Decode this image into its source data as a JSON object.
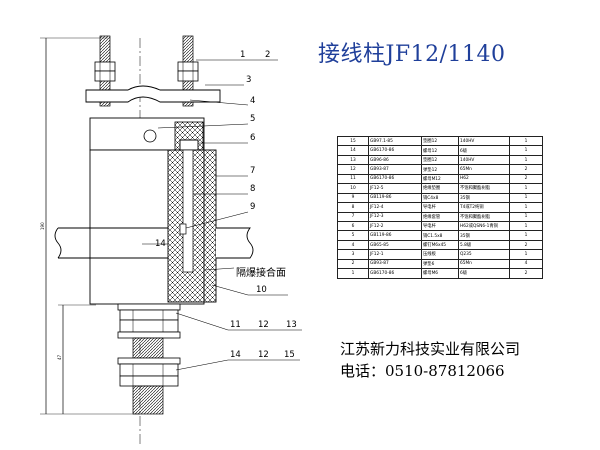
{
  "title": "接线柱JF12/1140",
  "company": "江苏新力科技实业有限公司",
  "phone": "电话：0510-87812066",
  "dimension_label": "14",
  "surface_label": "隔爆接合面",
  "left_dim_label": "190",
  "lower_dim_label": "47",
  "callouts": [
    "1",
    "2",
    "3",
    "4",
    "5",
    "6",
    "7",
    "8",
    "9",
    "10",
    "11",
    "12",
    "13",
    "14",
    "12",
    "15"
  ],
  "bom": [
    [
      "15",
      "GB97.1-85",
      "垫圈12",
      "140HV",
      "1"
    ],
    [
      "14",
      "GB6170-86",
      "螺母12",
      "6级",
      "1"
    ],
    [
      "13",
      "GB96-86",
      "垫圈12",
      "140HV",
      "1"
    ],
    [
      "12",
      "GB93-87",
      "弹垫12",
      "65Mn",
      "2"
    ],
    [
      "11",
      "GB6170-86",
      "螺母M12",
      "H62",
      "2"
    ],
    [
      "10",
      "JF12-5",
      "绝缘垫圈",
      "不饱和聚酯树脂",
      "1"
    ],
    [
      "9",
      "GB119-86",
      "销C4x8",
      "35钢",
      "1"
    ],
    [
      "8",
      "JF12-4",
      "导电杆",
      "T4或T2纯铜",
      "1"
    ],
    [
      "7",
      "JF12-3",
      "绝缘套管",
      "不饱和聚酯树脂",
      "1"
    ],
    [
      "6",
      "JF12-2",
      "导电杆",
      "H62或QSN6-1青铜",
      "1"
    ],
    [
      "5",
      "GB119-86",
      "销C1.5x8",
      "35钢",
      "1"
    ],
    [
      "4",
      "GB65-85",
      "螺钉M6x45",
      "5.8级",
      "2"
    ],
    [
      "3",
      "JF12-1",
      "压线板",
      "Q235",
      "1"
    ],
    [
      "2",
      "GB93-87",
      "弹垫6",
      "65Mn",
      "4"
    ],
    [
      "1",
      "GB6170-86",
      "螺母M6",
      "6级",
      "2"
    ]
  ]
}
